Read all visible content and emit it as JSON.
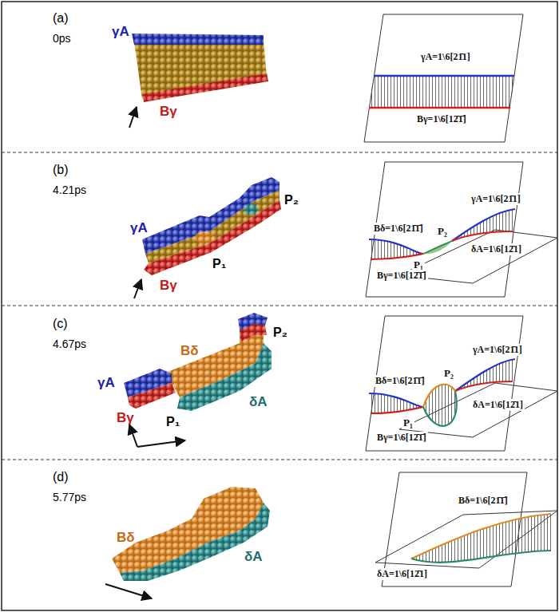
{
  "diagram": {
    "labels": [
      "(a)",
      "0ps",
      "γA",
      "Bγ",
      "γA=1\\6[21̄1]",
      "Bγ=1\\6[12̄1̄]",
      "(b)",
      "4.21ps",
      "γA",
      "P₁",
      "P₂",
      "Bγ",
      "Bδ=1\\6[21̄1̄]",
      "γA=1\\6[21̄1]",
      "P₁",
      "P₂",
      "δA=1\\6[12̄1]",
      "Bγ=1\\6[12̄1̄]",
      "(c)",
      "4.67ps",
      "γA",
      "Bδ",
      "P₂",
      "δA",
      "Bγ",
      "P₁",
      "Bδ=1\\6[21̄1̄]",
      "γA=1\\6[21̄1]",
      "P₂",
      "δA=1\\6[12̄1]",
      "P₁",
      "Bγ=1\\6[12̄1̄]",
      "(d)",
      "5.77ps",
      "Bδ",
      "δA",
      "Bδ=1\\6[21̄1̄]",
      "δA=1\\6[12̄1]"
    ]
  }
}
